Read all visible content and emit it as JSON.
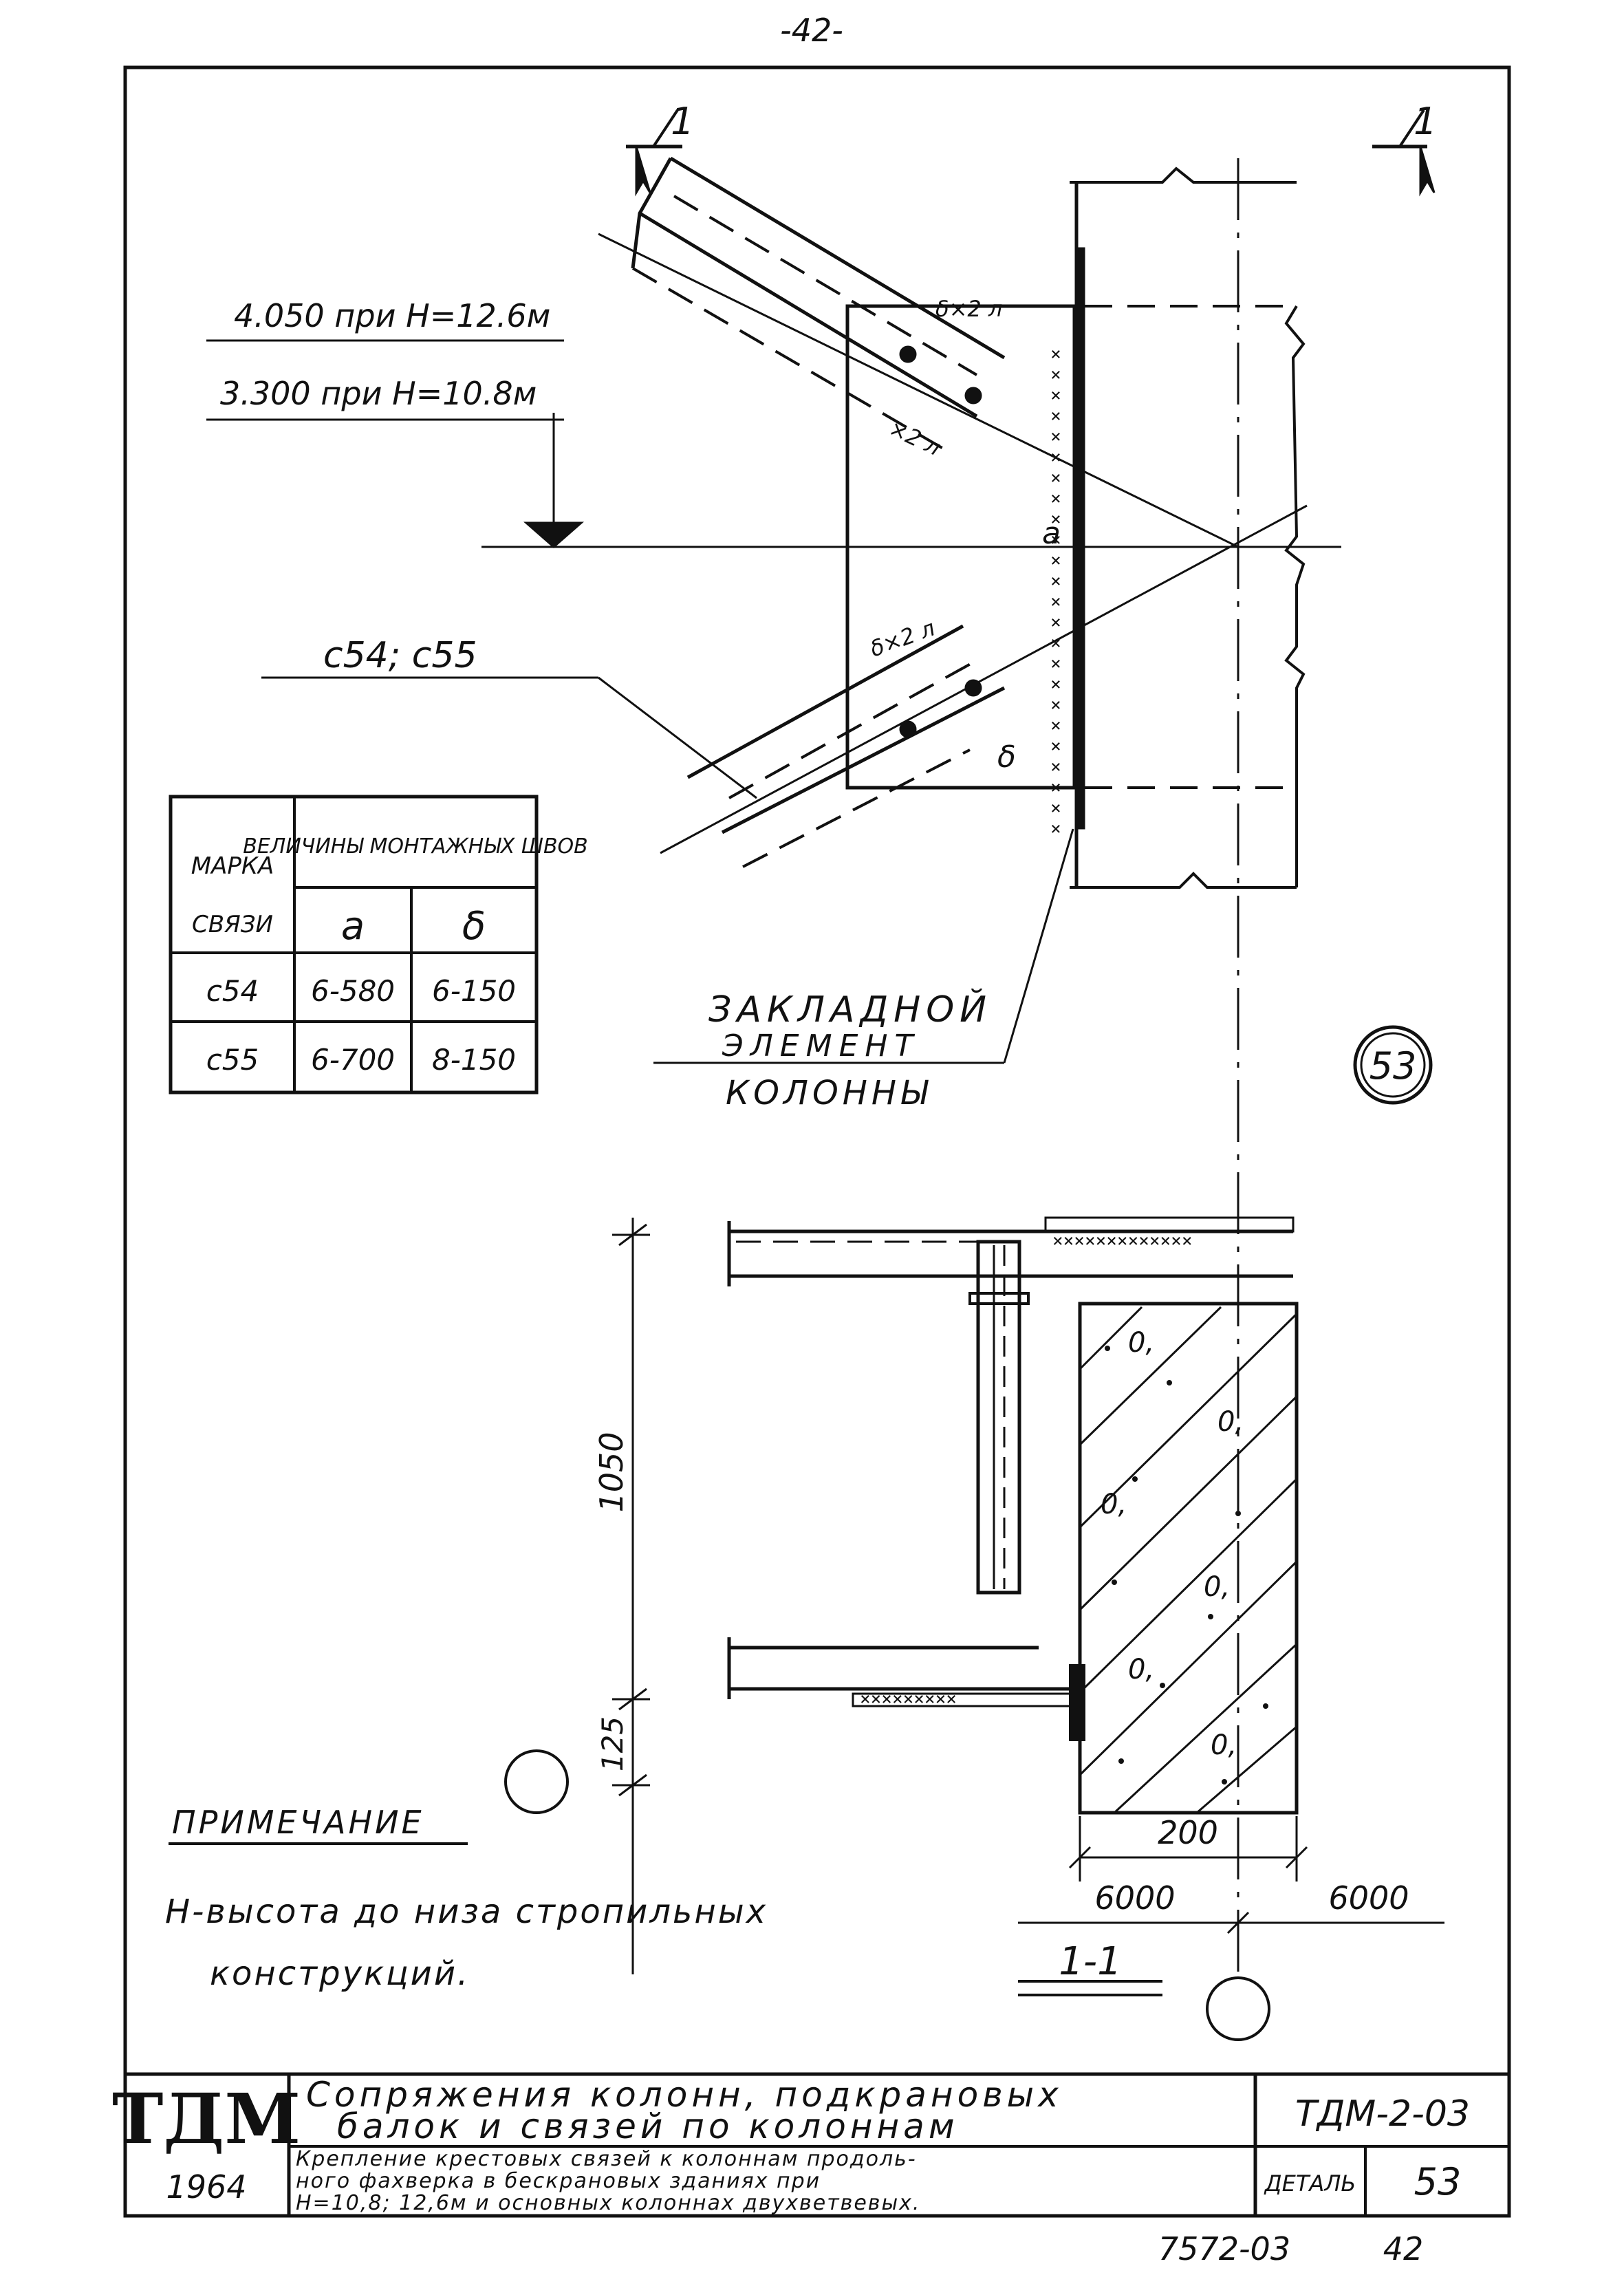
{
  "page_number": "-42-",
  "section_mark": "1",
  "levels": {
    "level_1": "4.050 при Н=12.6м",
    "level_2": "3.300 при Н=10.8м"
  },
  "brace_callout": "с54; с55",
  "weld_marks": {
    "a": "а",
    "b": "δ",
    "note_upper": "δ×2 л",
    "note_mid": "×2 л",
    "note_lower": "δ×2 л"
  },
  "weld_table": {
    "header_mark": "МАРКА",
    "header_values": "ВЕЛИЧИНЫ МОНТАЖНЫХ ШВОВ",
    "header_link": "СВЯЗИ",
    "col_a": "а",
    "col_b": "δ",
    "rows": [
      {
        "mark": "с54",
        "a": "6-580",
        "b": "6-150"
      },
      {
        "mark": "с55",
        "a": "6-700",
        "b": "8-150"
      }
    ]
  },
  "embedded_element_label": [
    "ЗАКЛАДНОЙ",
    "ЭЛЕМЕНТ",
    "КОЛОННЫ"
  ],
  "detail_circle": "53",
  "section_view": {
    "dim_1050": "1050",
    "dim_125": "125",
    "dim_200": "200",
    "dim_6000_left": "6000",
    "dim_6000_right": "6000",
    "section_label": "1-1"
  },
  "note": {
    "heading": "ПРИМЕЧАНИЕ",
    "line1": "Н-высота до низа стропильных",
    "line2": "конструкций."
  },
  "title_block": {
    "logo": "ТДМ",
    "year": "1964",
    "title_line1": "Сопряжения колонн, подкрановых",
    "title_line2": "балок и связей по колоннам",
    "subtitle_line1": "Крепление крестовых связей к колоннам продоль-",
    "subtitle_line2": "ного фахверка в бескрановых зданиях при",
    "subtitle_line3": "Н=10,8; 12,6м и основных колоннах двухветвевых.",
    "series": "ТДМ-2-03",
    "detail_label": "ДЕТАЛЬ",
    "detail_number": "53"
  },
  "footer": {
    "sheet_code": "7572-03",
    "sheet_num": "42"
  }
}
